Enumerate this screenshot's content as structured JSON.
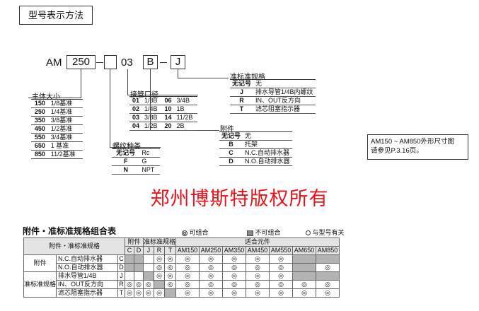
{
  "title": "型号表示方法",
  "model": {
    "prefix": "AM",
    "size": "250",
    "sep1": "—",
    "port": "03",
    "bracket": "B",
    "sep2": "—",
    "option": "J"
  },
  "labels": {
    "body_size": "主体大小",
    "port_size": "接管口径",
    "thread": "螺纹种类",
    "accessory": "附件",
    "std_option": "准标准规格"
  },
  "body_sizes": [
    {
      "k": "150",
      "v": "1/8基准"
    },
    {
      "k": "250",
      "v": "1/4基准"
    },
    {
      "k": "350",
      "v": "3/8基准"
    },
    {
      "k": "450",
      "v": "1/2基准"
    },
    {
      "k": "550",
      "v": "3/4基准"
    },
    {
      "k": "650",
      "v": "1 基准"
    },
    {
      "k": "850",
      "v": "11/2基准"
    }
  ],
  "port_sizes": [
    {
      "k1": "01",
      "v1": "1/8B",
      "k2": "06",
      "v2": "3/4B"
    },
    {
      "k1": "02",
      "v1": "1/4B",
      "k2": "10",
      "v2": "1B"
    },
    {
      "k1": "03",
      "v1": "3/8B",
      "k2": "14",
      "v2": "11/2B"
    },
    {
      "k1": "04",
      "v1": "1/2B",
      "k2": "20",
      "v2": "2B"
    }
  ],
  "threads": [
    {
      "k": "无记号",
      "v": "Rc"
    },
    {
      "k": "F",
      "v": "G"
    },
    {
      "k": "N",
      "v": "NPT"
    }
  ],
  "accessories": [
    {
      "k": "无记号",
      "v": "无"
    },
    {
      "k": "B",
      "v": "托架"
    },
    {
      "k": "C",
      "v": "N.C.自动排水器"
    },
    {
      "k": "D",
      "v": "N.O.自动排水器"
    }
  ],
  "std_options": [
    {
      "k": "无记号",
      "v": "无"
    },
    {
      "k": "J",
      "v": "排水导管1/4B内螺纹"
    },
    {
      "k": "R",
      "v": "IN、OUT反方向"
    },
    {
      "k": "T",
      "v": "滤芯阻塞指示器"
    }
  ],
  "note": {
    "line1": "AM150 ~ AM850外形尺寸图",
    "line2": "请参见P.3.16页。"
  },
  "watermark": "郑州博斯特版权所有",
  "combo": {
    "title": "附件・准标准规格组合表",
    "legend": {
      "possible": "可组合",
      "impossible": "不可组合",
      "related": "与型号有关"
    },
    "head_item": "附件・准标准规格",
    "head_acc": "附件",
    "head_std": "准标准规格",
    "head_models": "适合元件",
    "codes": [
      "C",
      "D",
      "J",
      "R",
      "T"
    ],
    "models": [
      "AM150",
      "AM250",
      "AM350",
      "AM450",
      "AM550",
      "AM650",
      "AM850"
    ],
    "group_acc": "附件",
    "group_std": "准标准规格",
    "rows": [
      {
        "name": "N.C.自动排水器",
        "code": "C",
        "cells": [
          "g",
          "g",
          "",
          "◎",
          "◎"
        ],
        "m": [
          "◎",
          "◎",
          "◎",
          "◎",
          "◎",
          "g",
          "g"
        ]
      },
      {
        "name": "N.O.自动排水器",
        "code": "D",
        "cells": [
          "g",
          "g",
          "",
          "◎",
          "◎"
        ],
        "m": [
          "◎",
          "◎",
          "◎",
          "◎",
          "◎",
          "g",
          "◎"
        ]
      },
      {
        "name": "排水导管1/4B",
        "code": "J",
        "cells": [
          "",
          "",
          "g",
          "◎",
          "◎"
        ],
        "m": [
          "◎",
          "◎",
          "◎",
          "◎",
          "◎",
          "g",
          "g"
        ]
      },
      {
        "name": "IN、OUT反方向",
        "code": "R",
        "cells": [
          "◎",
          "◎",
          "◎",
          "g",
          "◎"
        ],
        "m": [
          "◎",
          "◎",
          "◎",
          "◎",
          "◎",
          "◎",
          "◎"
        ]
      },
      {
        "name": "滤芯阻塞指示器",
        "code": "T",
        "cells": [
          "◎",
          "◎",
          "◎",
          "◎",
          "g"
        ],
        "m": [
          "◎",
          "◎",
          "◎",
          "◎",
          "◎",
          "◎",
          "◎"
        ]
      }
    ]
  }
}
